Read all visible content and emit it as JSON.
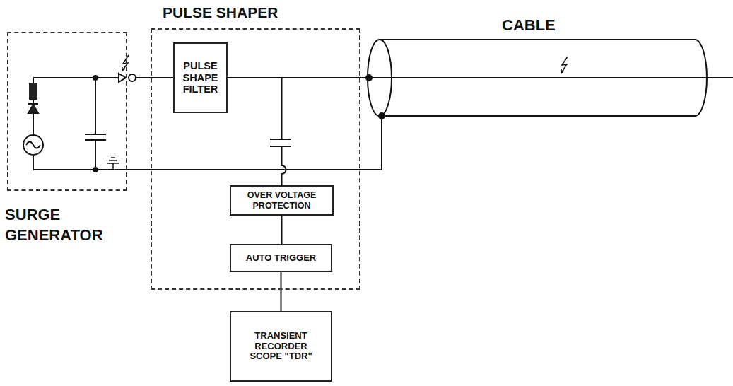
{
  "diagram": {
    "nodes": [
      {
        "text": [
          "SURGE GENERATOR"
        ]
      },
      {
        "text": [
          "PULSE SHAPER"
        ]
      },
      {
        "text": [
          "PULSE SHAPE FILTER"
        ],
        "in": 1
      },
      {
        "text": [
          "OVER VOLTAGE PROTECTION"
        ],
        "in": 1
      },
      {
        "text": [
          "AUTO TRIGGER"
        ],
        "in": 1
      },
      {
        "text": [
          "TRANSIENT RECORDER SCOPE \"TDR\""
        ]
      },
      {
        "text": [
          "CABLE"
        ]
      }
    ],
    "edges": [
      {
        "from": 0,
        "to": 2,
        "arrow": "none"
      },
      {
        "from": 2,
        "to": 6,
        "arrow": "none"
      },
      {
        "from": 2,
        "to": 3,
        "arrow": "none"
      },
      {
        "from": 3,
        "to": 4,
        "arrow": "none"
      },
      {
        "from": 4,
        "to": 5,
        "arrow": "none"
      },
      {
        "from": 0,
        "to": 6,
        "arrow": "none"
      }
    ]
  }
}
